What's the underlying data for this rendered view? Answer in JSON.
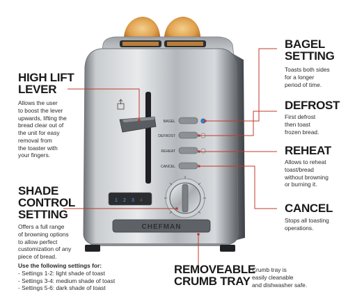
{
  "features": {
    "high_lift": {
      "title_line1": "HIGH LIFT",
      "title_line2": "LEVER",
      "desc": [
        "Allows the user",
        "to boost the lever",
        "upwards, lifting the",
        "bread clear out of",
        "the unit for easy",
        "removal from",
        "the toaster with",
        "your fingers."
      ]
    },
    "shade": {
      "title_line1": "SHADE",
      "title_line2": "CONTROL",
      "title_line3": "SETTING",
      "desc": [
        "Offers a full range",
        "of browning options",
        "to allow perfect",
        "customization of any",
        "piece of bread."
      ],
      "settings_heading": "Use the following settings for:",
      "settings": [
        "- Settings 1-2: light shade of toast",
        "- Settings 3-4: medium shade of toast",
        "- Settings 5-6: dark shade of toast"
      ]
    },
    "bagel": {
      "title_line1": "BAGEL",
      "title_line2": "SETTING",
      "desc": [
        "Toasts both sides",
        "for a longer",
        "period of time."
      ]
    },
    "defrost": {
      "title": "DEFROST",
      "desc": [
        "First defrost",
        "then toast",
        "frozen bread."
      ]
    },
    "reheat": {
      "title": "REHEAT",
      "desc": [
        "Allows to reheat",
        "toast/bread",
        "without browning",
        "or burning it."
      ]
    },
    "cancel": {
      "title": "CANCEL",
      "desc": [
        "Stops all toasting",
        "operations."
      ]
    },
    "crumb_tray": {
      "title_line1": "REMOVEABLE",
      "title_line2": "CRUMB TRAY",
      "desc": [
        "Crumb tray is",
        "easily cleanable",
        "and dishwasher safe."
      ]
    }
  },
  "toaster": {
    "brand": "CHEFMAN",
    "buttons": [
      "BAGEL",
      "DEFROST",
      "REHEAT",
      "CANCEL"
    ],
    "shade_numbers": [
      "1",
      "2",
      "3",
      "4"
    ]
  },
  "colors": {
    "callout_line": "#c0392b",
    "indicator_blue": "#2f7fd6",
    "steel": "#b9bcc0"
  }
}
